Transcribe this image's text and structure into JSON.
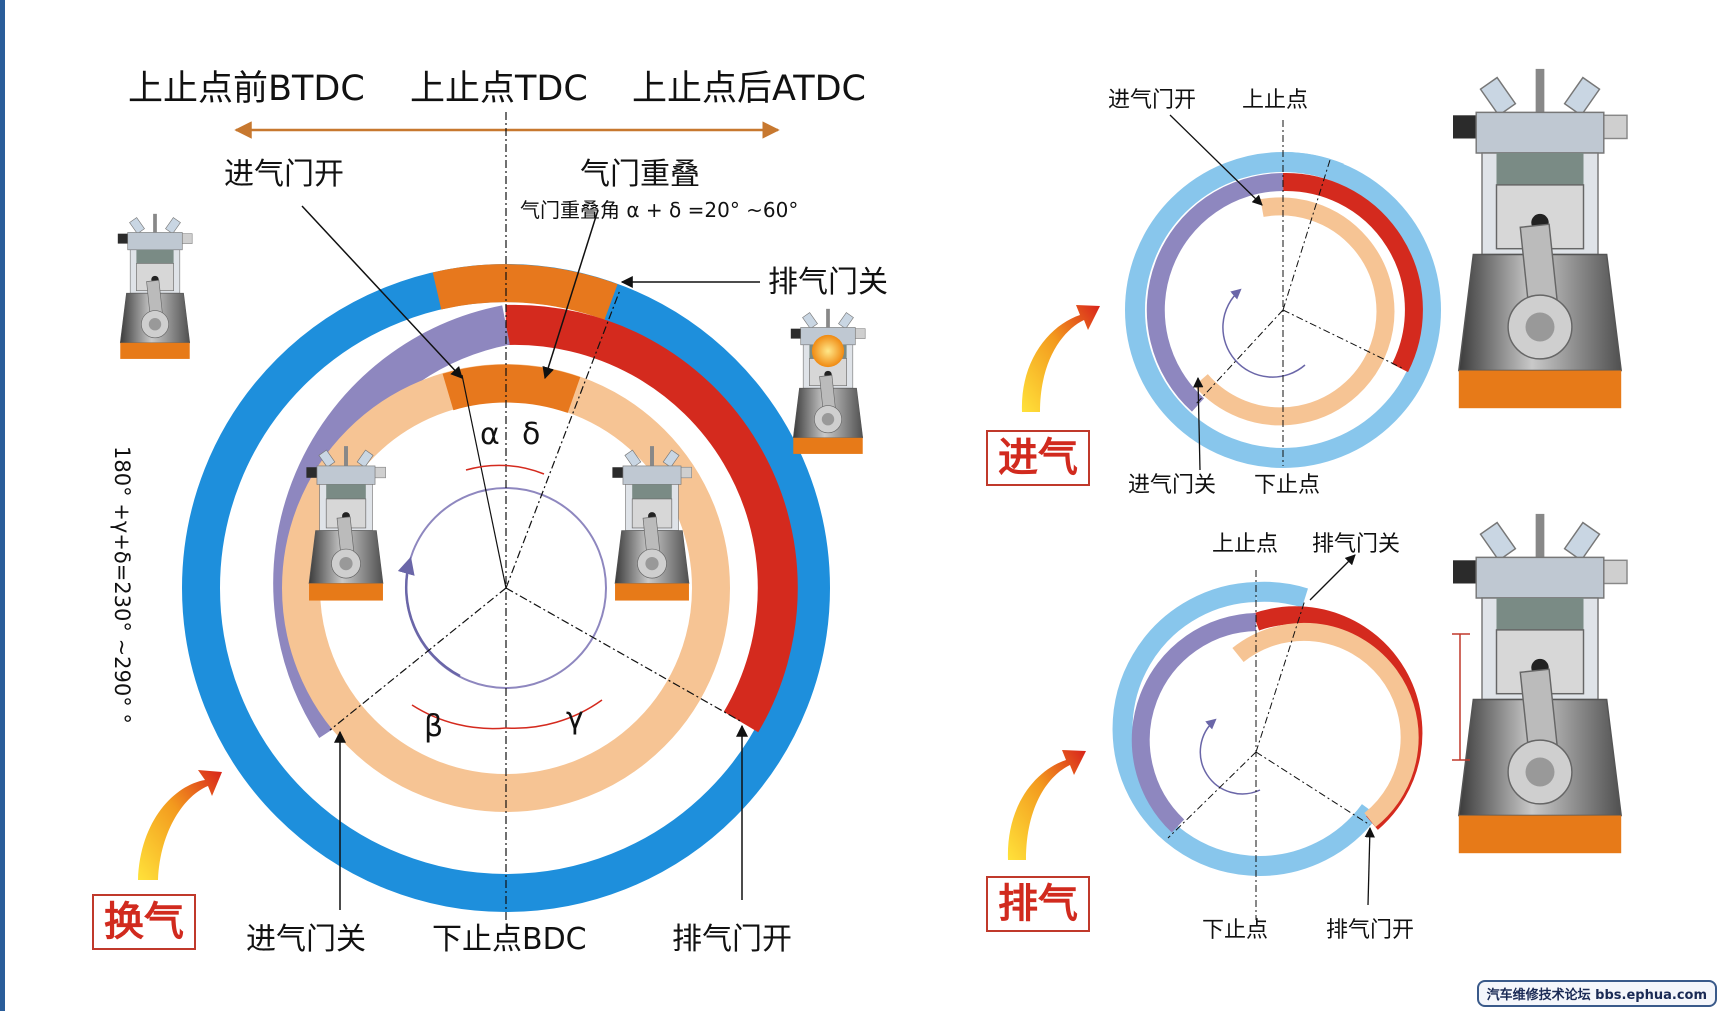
{
  "main": {
    "btdc": "上止点前BTDC",
    "tdc": "上止点TDC",
    "atdc": "上止点后ATDC",
    "intake_open": "进气门开",
    "overlap": "气门重叠",
    "overlap_formula": "气门重叠角 α + δ =20°  ~60°",
    "exhaust_close": "排气门关",
    "intake_close": "进气门关",
    "bdc": "下止点BDC",
    "exhaust_open": "排气门开",
    "alpha": "α",
    "delta": "δ",
    "beta": "β",
    "gamma": "γ",
    "total_formula": "180° +γ+δ=230° ~290° °",
    "tag": "换气"
  },
  "intake": {
    "intake_open": "进气门开",
    "tdc": "上止点",
    "intake_close": "进气门关",
    "bdc": "下止点",
    "tag": "进气"
  },
  "exhaust": {
    "tdc": "上止点",
    "exhaust_close": "排气门关",
    "bdc": "下止点",
    "exhaust_open": "排气门开",
    "tag": "排气"
  },
  "footer": "汽车维修技术论坛 bbs.ephua.com",
  "colors": {
    "blue": "#1e8fdc",
    "light_blue": "#88c6ec",
    "purple": "#8e87bf",
    "red": "#d42a1e",
    "orange": "#e7781d",
    "peach": "#f6c494",
    "arrow_brown": "#c7782f"
  }
}
